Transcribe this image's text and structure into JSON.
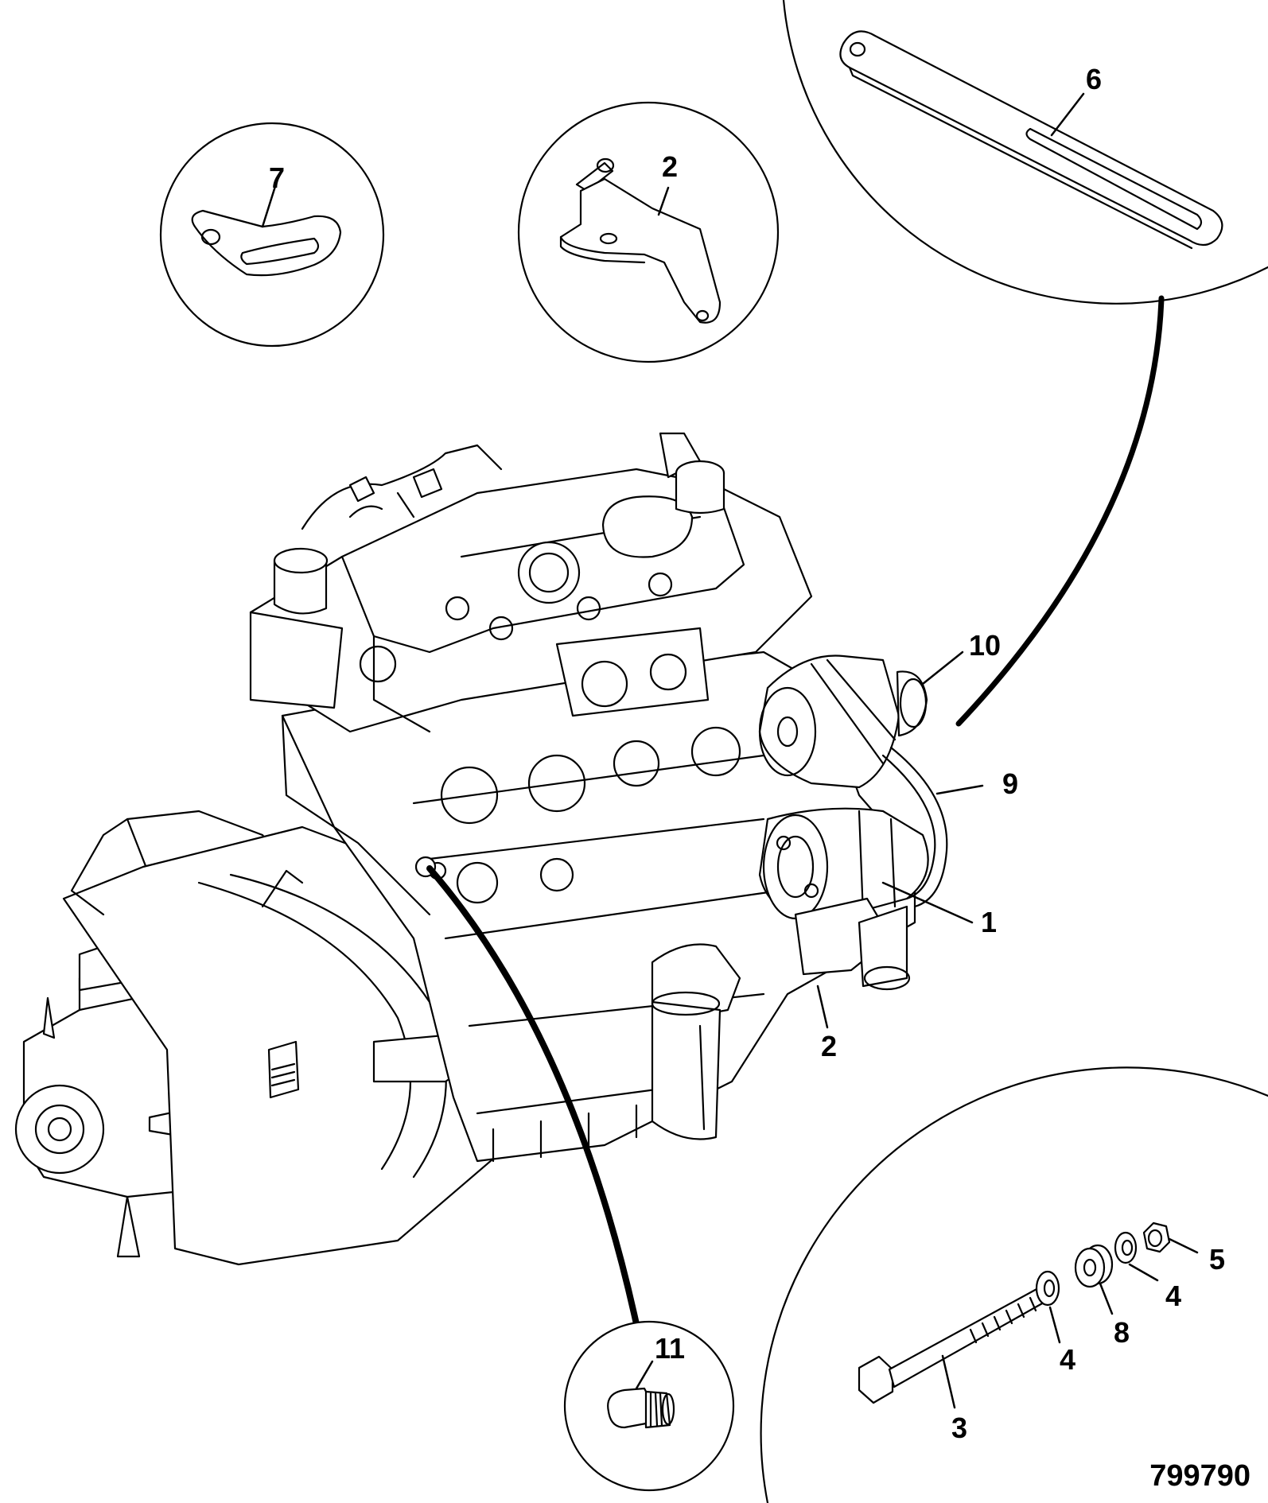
{
  "figure_number": "799790",
  "callouts": [
    {
      "id": "c6",
      "text": "6"
    },
    {
      "id": "c7",
      "text": "7"
    },
    {
      "id": "c2a",
      "text": "2"
    },
    {
      "id": "c10",
      "text": "10"
    },
    {
      "id": "c9",
      "text": "9"
    },
    {
      "id": "c1",
      "text": "1"
    },
    {
      "id": "c2b",
      "text": "2"
    },
    {
      "id": "c11",
      "text": "11"
    },
    {
      "id": "c5",
      "text": "5"
    },
    {
      "id": "c4a",
      "text": "4"
    },
    {
      "id": "c8",
      "text": "8"
    },
    {
      "id": "c4b",
      "text": "4"
    },
    {
      "id": "c3",
      "text": "3"
    }
  ]
}
